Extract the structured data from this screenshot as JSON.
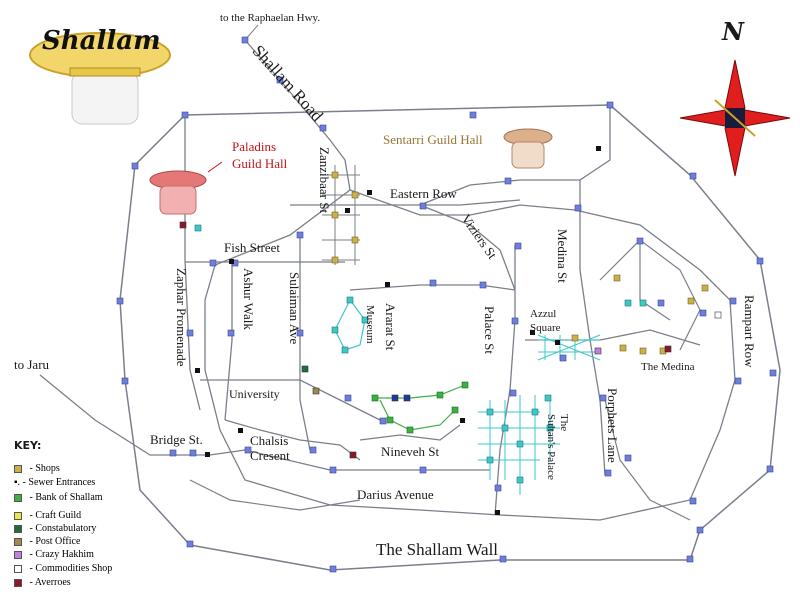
{
  "map": {
    "title": "Shallam",
    "north_label": "N",
    "wall_label": "The Shallam Wall",
    "labels": {
      "raphaelan": "to the Raphaelan Hwy.",
      "jaru": "to Jaru",
      "shallam_road": "Shallam Road",
      "paladins": "Paladins\nGuild Hall",
      "sentarri": "Sentarri Guild Hall",
      "fish_street": "Fish Street",
      "eastern_row": "Eastern Row",
      "zanzibaar": "Zanzibaar St",
      "viziers": "Viziers St",
      "medina_st": "Medina St",
      "rampart_row": "Rampart Row",
      "zaphar": "Zaphar Promenade",
      "ashur": "Ashur Walk",
      "sulaiman": "Sulaiman Ave",
      "ararat": "Ararat St",
      "museum": "Museum",
      "palace_st": "Palace St",
      "azzul": "Azzul\nSquare",
      "the_medina": "The Medina",
      "university": "University",
      "bridge": "Bridge St.",
      "chalsis": "Chalsis\nCresent",
      "nineveh": "Nineveh St",
      "sultans_palace": "The\nSultan's Palace",
      "porphets": "Porphets Lane",
      "darius": "Darius Avenue"
    }
  },
  "legend": {
    "heading": "KEY:",
    "items": [
      {
        "label": " - Shops",
        "color": "#c8b04a"
      },
      {
        "label": "- Sewer Entrances",
        "color": "#111111",
        "prefix": "▪."
      },
      {
        "label": " - Bank of Shallam",
        "color": "#3cb043"
      },
      {
        "label": " - Craft Guild",
        "color": "#e8e84a"
      },
      {
        "label": " - Constabulatory",
        "color": "#1e6e3c"
      },
      {
        "label": " - Post Office",
        "color": "#a08850"
      },
      {
        "label": " - Crazy Hakhim",
        "color": "#c080e0"
      },
      {
        "label": " - Commodities Shop",
        "color": "#ffffff"
      },
      {
        "label": " - Averroes",
        "color": "#8a1a2a"
      }
    ]
  },
  "palette": {
    "road": "#7a7f8a",
    "node": "#6f7fd8",
    "palace": "#3cc8c8",
    "shop": "#c8b04a",
    "bank": "#3cb043",
    "accent_red": "#c0141a"
  }
}
